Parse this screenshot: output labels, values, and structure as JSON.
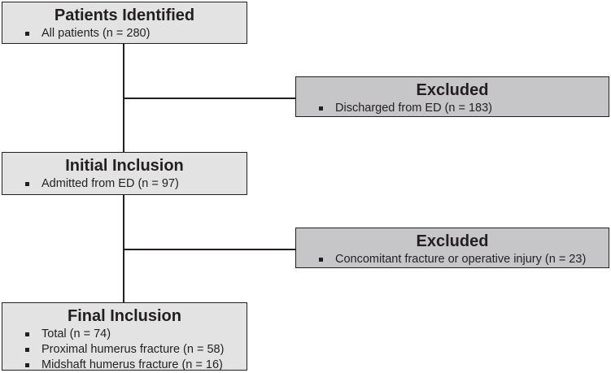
{
  "boxes": {
    "identified": {
      "title": "Patients Identified",
      "items": [
        "All patients (n = 280)"
      ]
    },
    "excluded_1": {
      "title": "Excluded",
      "items": [
        "Discharged from ED (n = 183)"
      ]
    },
    "initial": {
      "title": "Initial Inclusion",
      "items": [
        "Admitted from ED (n = 97)"
      ]
    },
    "excluded_2": {
      "title": "Excluded",
      "items": [
        "Concomitant fracture or operative injury (n = 23)"
      ]
    },
    "final": {
      "title": "Final Inclusion",
      "items": [
        "Total (n = 74)",
        "Proximal humerus fracture (n = 58)",
        "Midshaft humerus fracture (n = 16)"
      ]
    }
  },
  "colors": {
    "main_box": "#e3e3e4",
    "excluded_box": "#c6c6c8",
    "line": "#231f20"
  }
}
